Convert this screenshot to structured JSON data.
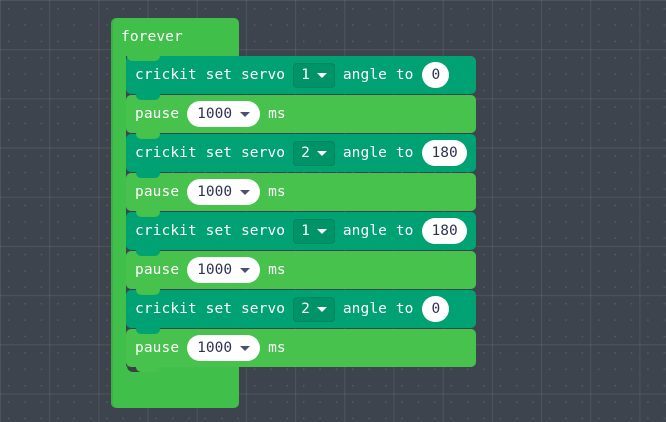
{
  "workspace": {
    "background_color": "#3e444d",
    "grid_dot_color": "#565c66"
  },
  "program": {
    "loop": {
      "label": "forever",
      "color": "#40bf4a"
    },
    "blocks": [
      {
        "kind": "servo",
        "color": "#00a172",
        "text_before": "crickit set servo",
        "servo_value": "1",
        "servo_caret": "chevron-down-icon",
        "text_middle": "angle to",
        "angle_value": "0"
      },
      {
        "kind": "pause",
        "color": "#46c24d",
        "text_before": "pause",
        "duration_value": "1000",
        "duration_caret": "chevron-down-icon",
        "text_after": "ms"
      },
      {
        "kind": "servo",
        "color": "#00a172",
        "text_before": "crickit set servo",
        "servo_value": "2",
        "servo_caret": "chevron-down-icon",
        "text_middle": "angle to",
        "angle_value": "180"
      },
      {
        "kind": "pause",
        "color": "#46c24d",
        "text_before": "pause",
        "duration_value": "1000",
        "duration_caret": "chevron-down-icon",
        "text_after": "ms"
      },
      {
        "kind": "servo",
        "color": "#00a172",
        "text_before": "crickit set servo",
        "servo_value": "1",
        "servo_caret": "chevron-down-icon",
        "text_middle": "angle to",
        "angle_value": "180"
      },
      {
        "kind": "pause",
        "color": "#46c24d",
        "text_before": "pause",
        "duration_value": "1000",
        "duration_caret": "chevron-down-icon",
        "text_after": "ms"
      },
      {
        "kind": "servo",
        "color": "#00a172",
        "text_before": "crickit set servo",
        "servo_value": "2",
        "servo_caret": "chevron-down-icon",
        "text_middle": "angle to",
        "angle_value": "0"
      },
      {
        "kind": "pause",
        "color": "#46c24d",
        "text_before": "pause",
        "duration_value": "1000",
        "duration_caret": "chevron-down-icon",
        "text_after": "ms"
      }
    ]
  }
}
